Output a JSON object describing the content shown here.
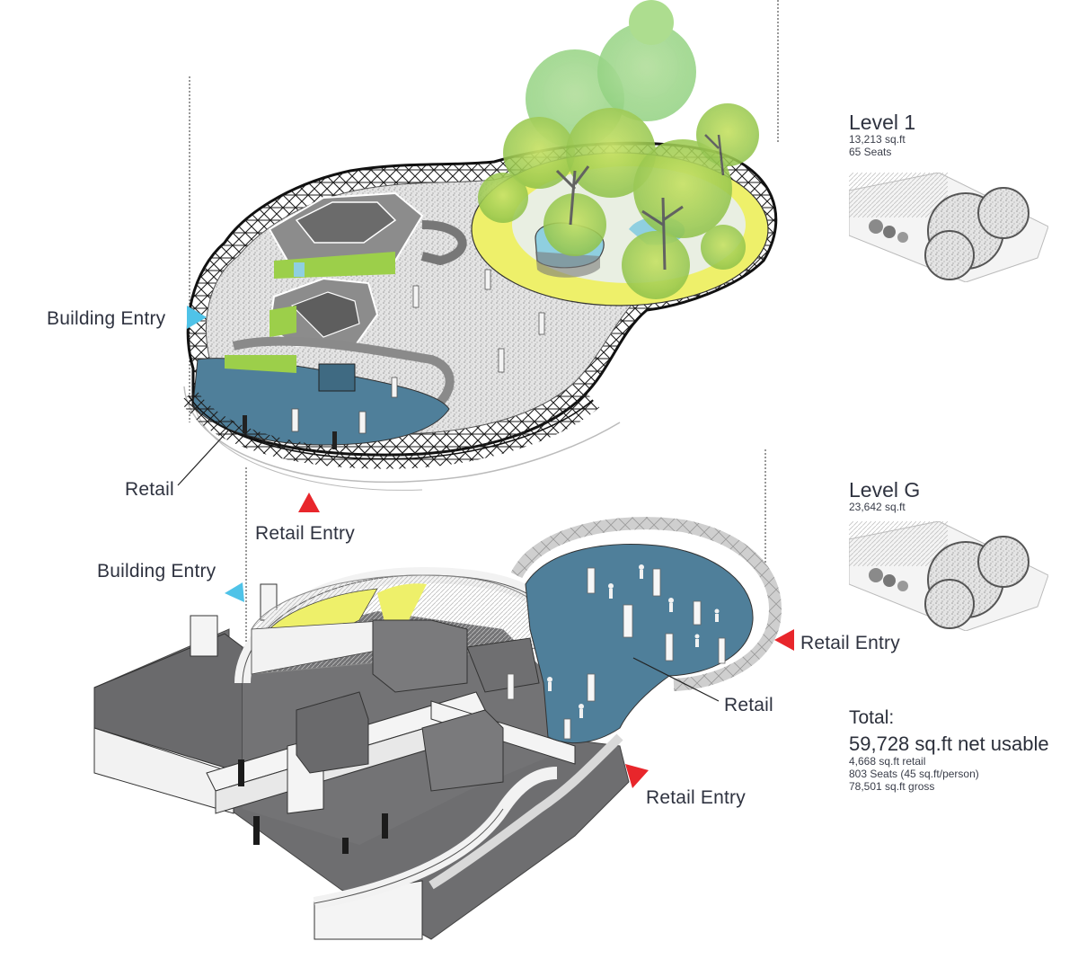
{
  "diagram": {
    "type": "axonometric-building-diagram",
    "levels": [
      {
        "id": "level-1",
        "title": "Level 1",
        "area": "13,213 sq.ft",
        "seats": "65 Seats"
      },
      {
        "id": "level-g",
        "title": "Level G",
        "area": "23,642 sq.ft"
      }
    ],
    "total": {
      "title": "Total:",
      "net_usable": "59,728 sq.ft net usable",
      "retail": "4,668 sq.ft retail",
      "seats": "803 Seats (45 sq.ft/person)",
      "gross": "78,501 sq.ft gross"
    },
    "annotations": {
      "upper_building_entry": "Building Entry",
      "upper_retail": "Retail",
      "upper_retail_entry": "Retail Entry",
      "lower_building_entry": "Building Entry",
      "lower_retail_entry_right": "Retail Entry",
      "lower_retail": "Retail",
      "lower_retail_entry_bottom": "Retail Entry"
    },
    "markers": {
      "building_entry_color": "#4fc3e8",
      "retail_entry_color": "#e8262b"
    },
    "colors": {
      "retail_floor": "#4f7f9a",
      "garden_ring": "#eef06a",
      "greenery": "#9ccf4a",
      "slab_gray": "#6e6e70",
      "wall_white": "#f4f4f4",
      "pond": "#8fcfe0"
    }
  }
}
